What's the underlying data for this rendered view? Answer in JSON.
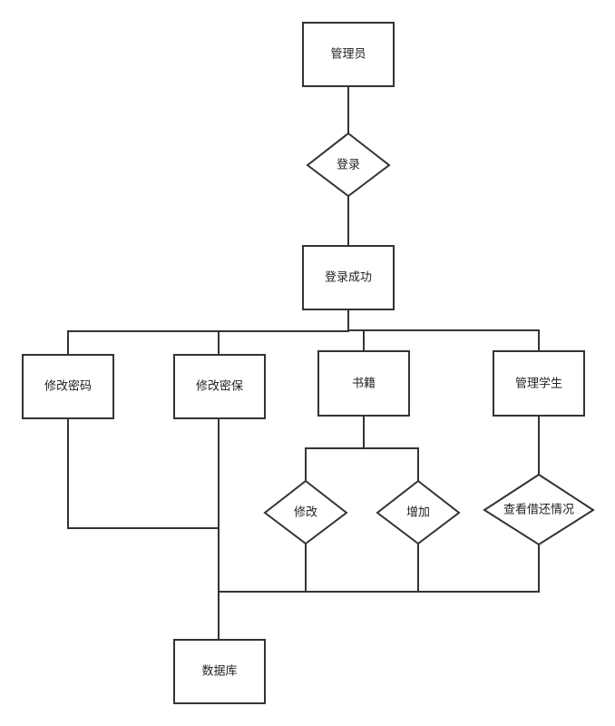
{
  "nodes": {
    "admin": "管理员",
    "login": "登录",
    "login_success": "登录成功",
    "change_password": "修改密码",
    "change_security": "修改密保",
    "books": "书籍",
    "manage_students": "管理学生",
    "modify": "修改",
    "add": "增加",
    "view_borrow": "查看借还情况",
    "database": "数据库"
  }
}
